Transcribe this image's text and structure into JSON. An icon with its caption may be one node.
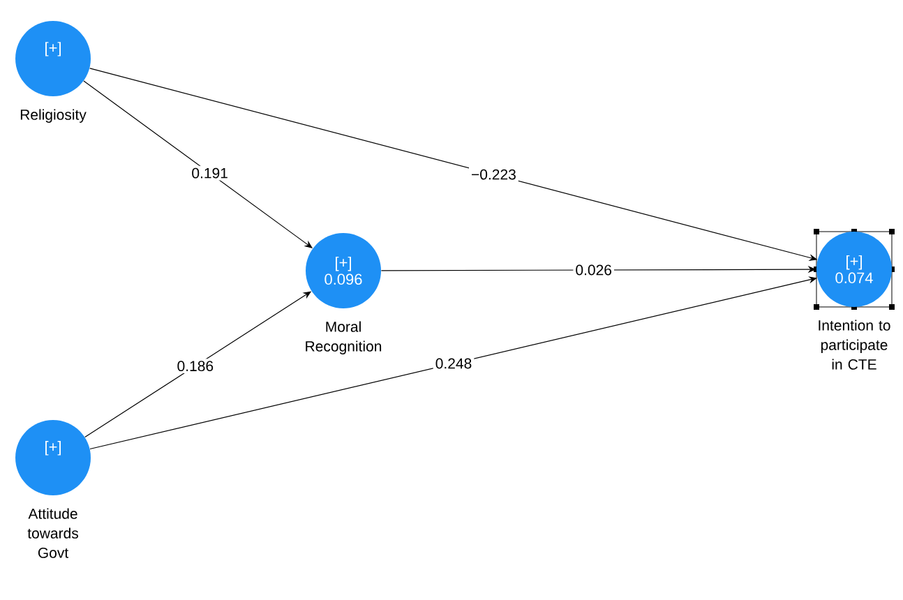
{
  "diagram": {
    "nodes": [
      {
        "text": [
          "[+]"
        ],
        "beside": [
          "Religiosity"
        ]
      },
      {
        "text": [
          "[+]",
          "0.096"
        ],
        "beside": [
          "Moral Recognition"
        ]
      },
      {
        "text": [
          "[+]"
        ],
        "beside": [
          "Attitude towards Govt"
        ]
      },
      {
        "text": [
          "[+]",
          "0.074"
        ],
        "beside": [
          "Intention to participate in CTE"
        ]
      }
    ],
    "edges": [
      {
        "from": 0,
        "to": 1,
        "arrow": "to",
        "label": "0.191"
      },
      {
        "from": 0,
        "to": 3,
        "arrow": "to",
        "label": "−0.223"
      },
      {
        "from": 1,
        "to": 3,
        "arrow": "to",
        "label": "0.026"
      },
      {
        "from": 2,
        "to": 1,
        "arrow": "to",
        "label": "0.186"
      },
      {
        "from": 2,
        "to": 3,
        "arrow": "to",
        "label": "0.248"
      }
    ]
  }
}
